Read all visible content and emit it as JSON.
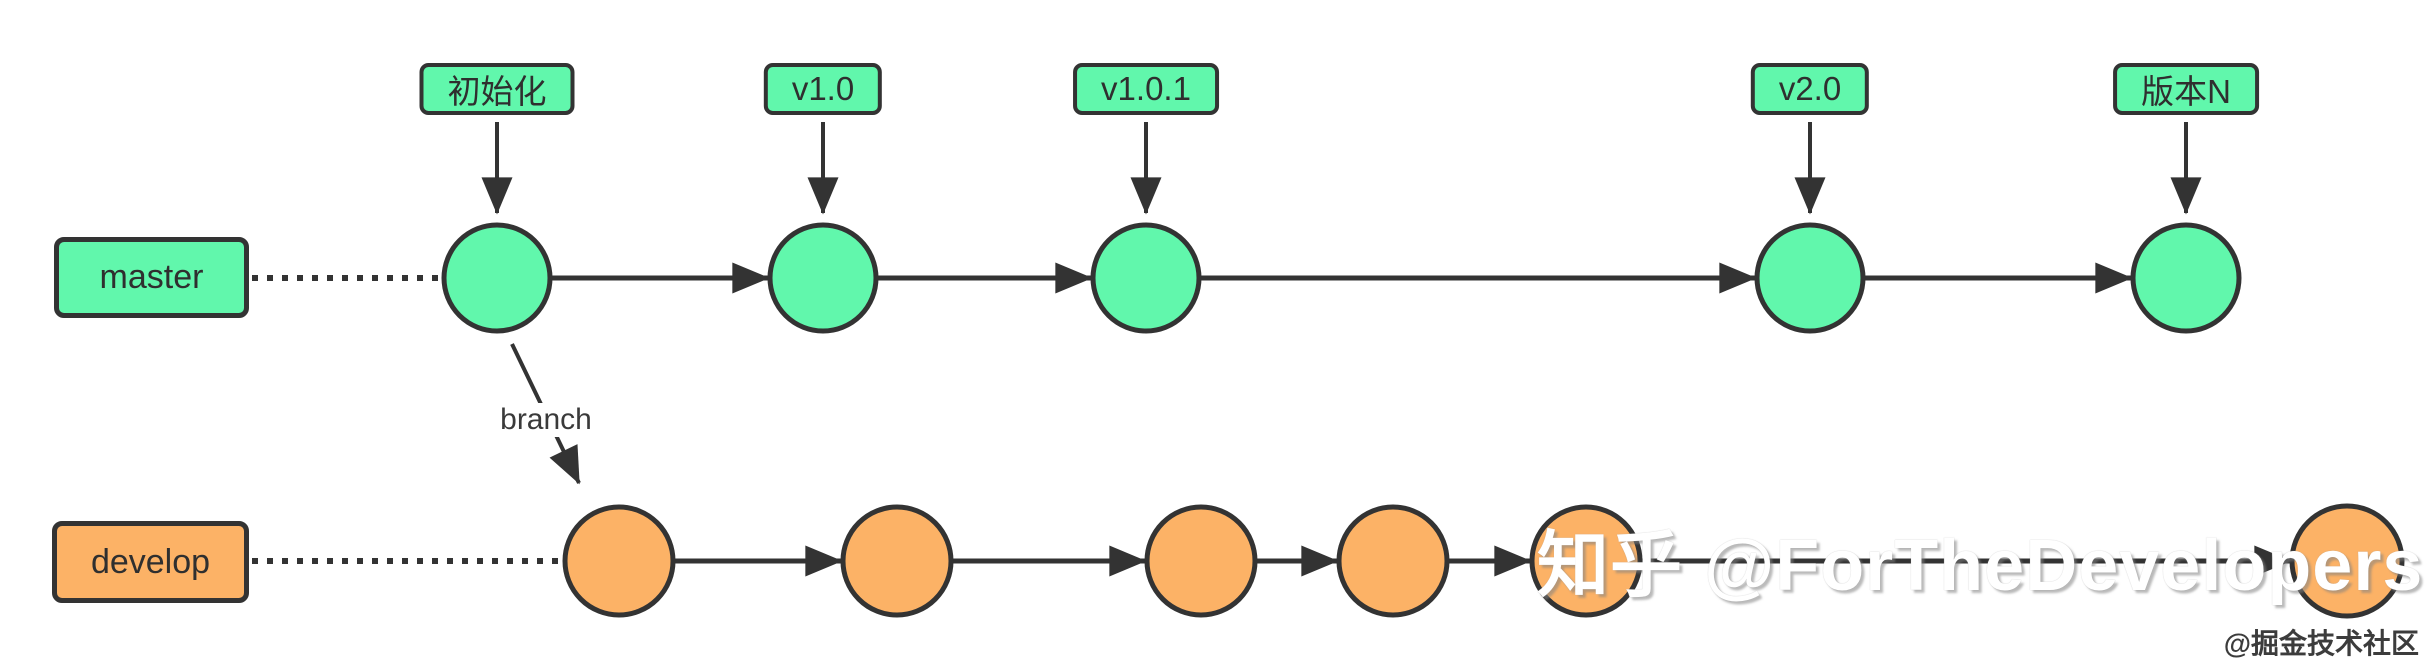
{
  "colors": {
    "green": "#61F7AC",
    "orange": "#FCB266",
    "stroke": "#333333",
    "watermark_text": "#FFFFFF",
    "footer_text": "#3C3C3C"
  },
  "branches": {
    "master": {
      "label": "master",
      "commit_count": 5
    },
    "develop": {
      "label": "develop",
      "commit_count": 6
    }
  },
  "tags": [
    {
      "label": "初始化"
    },
    {
      "label": "v1.0"
    },
    {
      "label": "v1.0.1"
    },
    {
      "label": "v2.0"
    },
    {
      "label": "版本N"
    }
  ],
  "annotations": {
    "branch_arrow_label": "branch"
  },
  "watermarks": {
    "center": "知乎 @ForTheDevelopers",
    "footer": "@掘金技术社区"
  }
}
